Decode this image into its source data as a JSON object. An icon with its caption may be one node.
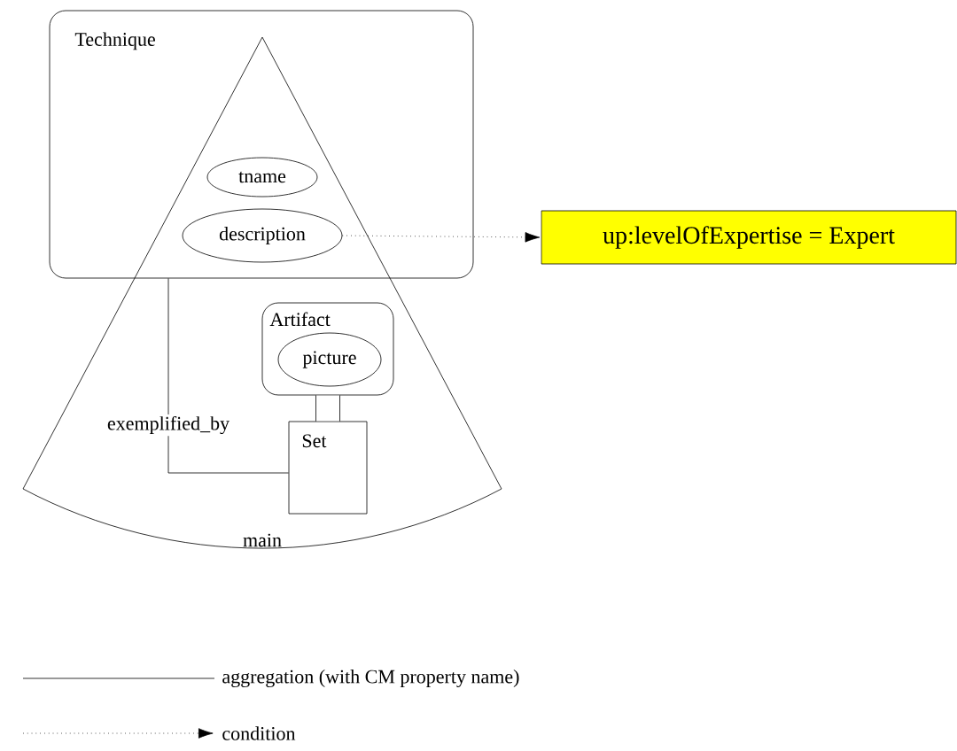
{
  "diagram": {
    "nodes": [
      {
        "text": [
          "Technique"
        ]
      },
      {
        "text": [
          "main"
        ]
      },
      {
        "text": [
          "tname"
        ],
        "in": 0
      },
      {
        "text": [
          "description"
        ],
        "in": 0
      },
      {
        "text": [
          "Artifact"
        ],
        "in": 1
      },
      {
        "text": [
          "picture"
        ],
        "in": 4
      },
      {
        "text": [
          "Set"
        ],
        "in": 1
      },
      {
        "text": [
          "up:levelOfExpertise = Expert"
        ]
      }
    ],
    "edges": [
      {
        "from": 3,
        "to": 7,
        "arrow": "to",
        "style": "dashed"
      },
      {
        "from": 0,
        "to": 6,
        "arrow": "none",
        "label": "exemplified_by"
      },
      {
        "from": 4,
        "to": 6,
        "arrow": "none",
        "style": "thick"
      }
    ],
    "legend": [
      {
        "text": "aggregation (with CM property name)"
      },
      {
        "text": "condition"
      }
    ]
  }
}
